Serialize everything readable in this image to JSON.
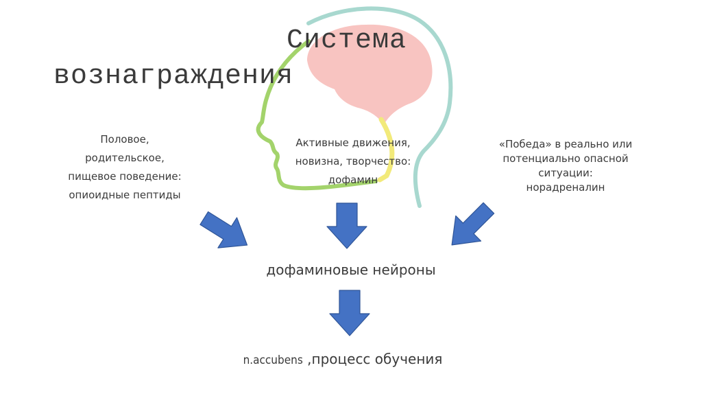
{
  "title": {
    "line1": "Система",
    "line2": "вознаграждения"
  },
  "left_text": {
    "lines": [
      "Половое,",
      "родительское,",
      "пищевое поведение:",
      "опиоидные пептиды"
    ]
  },
  "middle_text": {
    "lines": [
      "Активные движения,",
      "новизна, творчество:",
      "дофамин"
    ]
  },
  "right_text": {
    "lines": [
      "«Победа» в реально или",
      "потенциально опасной",
      "ситуации:",
      "норадреналин"
    ]
  },
  "center_node": {
    "label": "дофаминовые нейроны"
  },
  "bottom_node": {
    "term": "n.accubens",
    "label": ",процесс обучения"
  },
  "colors": {
    "arrow_fill": "#4472c4",
    "arrow_stroke": "#2f5597",
    "brain_fill": "#f8c4c1",
    "head_outline": "#a8d8cf",
    "face_outline": "#a3d36b",
    "brainstem": "#f2ea7a"
  }
}
